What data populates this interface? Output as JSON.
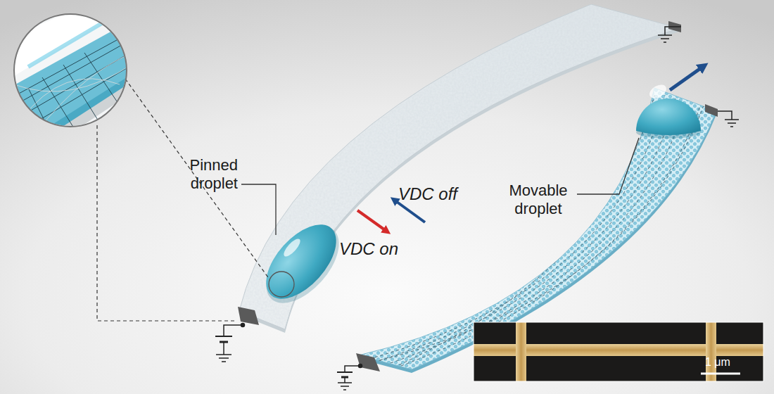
{
  "diagram": {
    "labels": [
      "Pinned droplet",
      "VDC off",
      "Movable droplet",
      "VDC on",
      "1 μm"
    ]
  }
}
